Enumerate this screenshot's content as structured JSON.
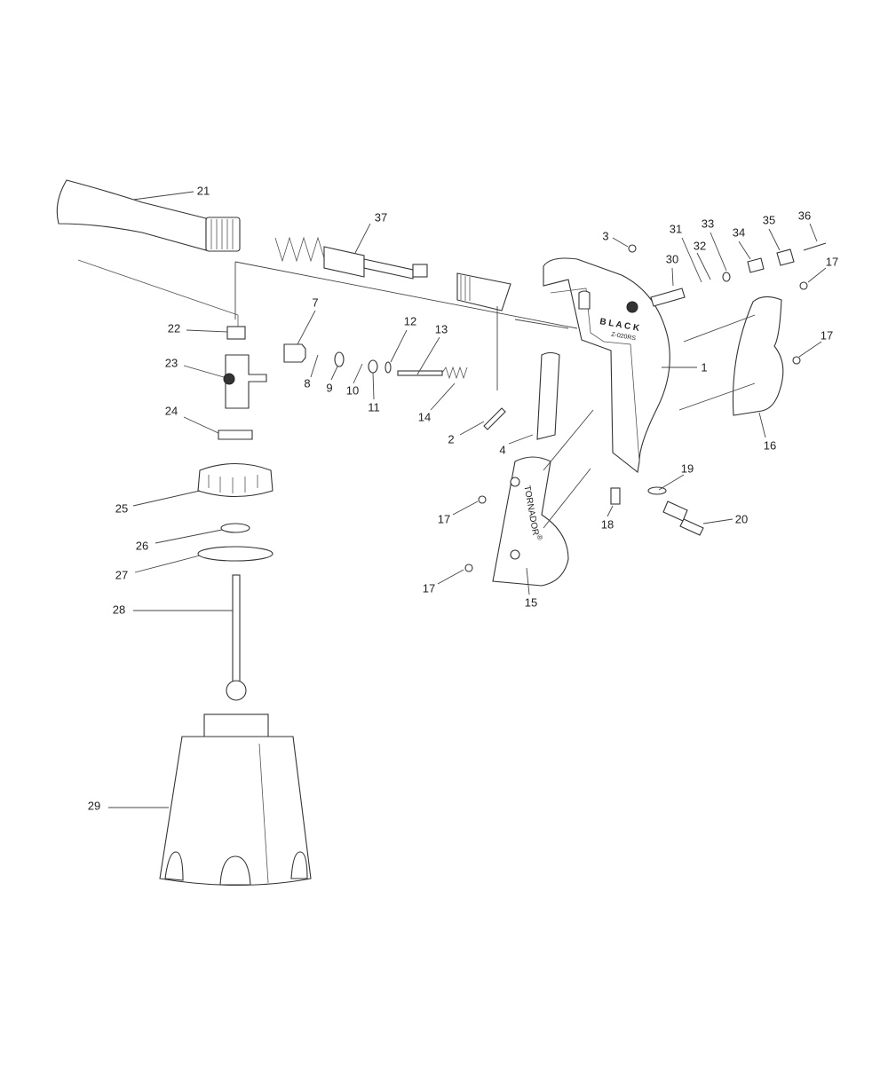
{
  "diagram": {
    "type": "exploded-parts-view",
    "callouts": [
      "21",
      "37",
      "3",
      "31",
      "33",
      "35",
      "36",
      "32",
      "34",
      "30",
      "17",
      "7",
      "12",
      "13",
      "22",
      "23",
      "8",
      "9",
      "10",
      "11",
      "14",
      "1",
      "17",
      "24",
      "2",
      "4",
      "16",
      "19",
      "25",
      "17",
      "20",
      "18",
      "26",
      "27",
      "17",
      "15",
      "28",
      "29"
    ],
    "markings": {
      "brand_plate": "B L A C K",
      "model": "Z-020RS",
      "grip_logo": "TORNADOR",
      "registered": "®"
    }
  }
}
